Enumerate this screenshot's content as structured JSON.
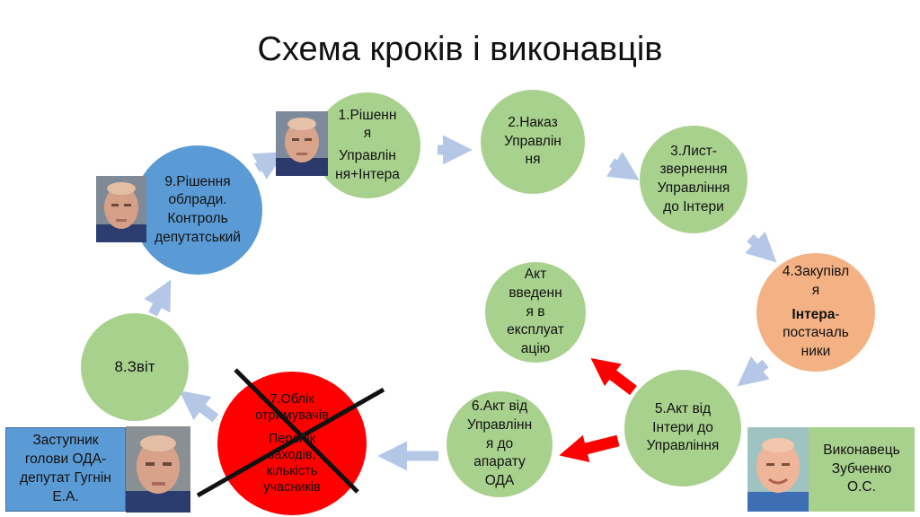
{
  "title": "Схема кроків і виконавців",
  "nodes": {
    "step1": {
      "lines": [
        "1.Рішенн",
        "я",
        "Управлін",
        "ня+Інтера"
      ]
    },
    "step2": {
      "lines": [
        "2.Наказ",
        "Управлін",
        "ня"
      ]
    },
    "step3": {
      "lines": [
        "3.Лист-",
        "звернення",
        "Управління",
        "до Інтери"
      ]
    },
    "step4": {
      "lines": [
        "4.Закупівл",
        "я"
      ],
      "bold": "Інтера",
      "rest": "-",
      "lines2": [
        "постачаль",
        "ники"
      ]
    },
    "step5": {
      "lines": [
        "5.Акт від",
        "Інтери до",
        "Управління"
      ]
    },
    "act": {
      "lines": [
        "Акт",
        "введенн",
        "я в",
        "експлуат",
        "ацію"
      ]
    },
    "step6": {
      "lines": [
        "6.Акт від",
        "Управлінн",
        "я до",
        "апарату",
        "ОДА"
      ]
    },
    "step7": {
      "lines": [
        "7.Облік",
        "отримувачів",
        "",
        "Перелік",
        "заходів,",
        "кількість",
        "учасників"
      ]
    },
    "step8": {
      "lines": [
        "8.Звіт"
      ]
    },
    "step9": {
      "lines": [
        "9.Рішення",
        "облради.",
        "Контроль",
        "депутатський"
      ]
    }
  },
  "deputy_label": [
    "Заступник",
    "голови ОДА-",
    "депутат Гугнін",
    "Е.А."
  ],
  "executor_label": [
    "Виконавець",
    "Зубченко",
    "О.С."
  ],
  "colors": {
    "green": "#a9d18e",
    "blue": "#5b9bd5",
    "orange": "#f4b183",
    "red": "#ff0000",
    "arrow": "#b4c7e7",
    "arrow_red": "#ff0000"
  }
}
